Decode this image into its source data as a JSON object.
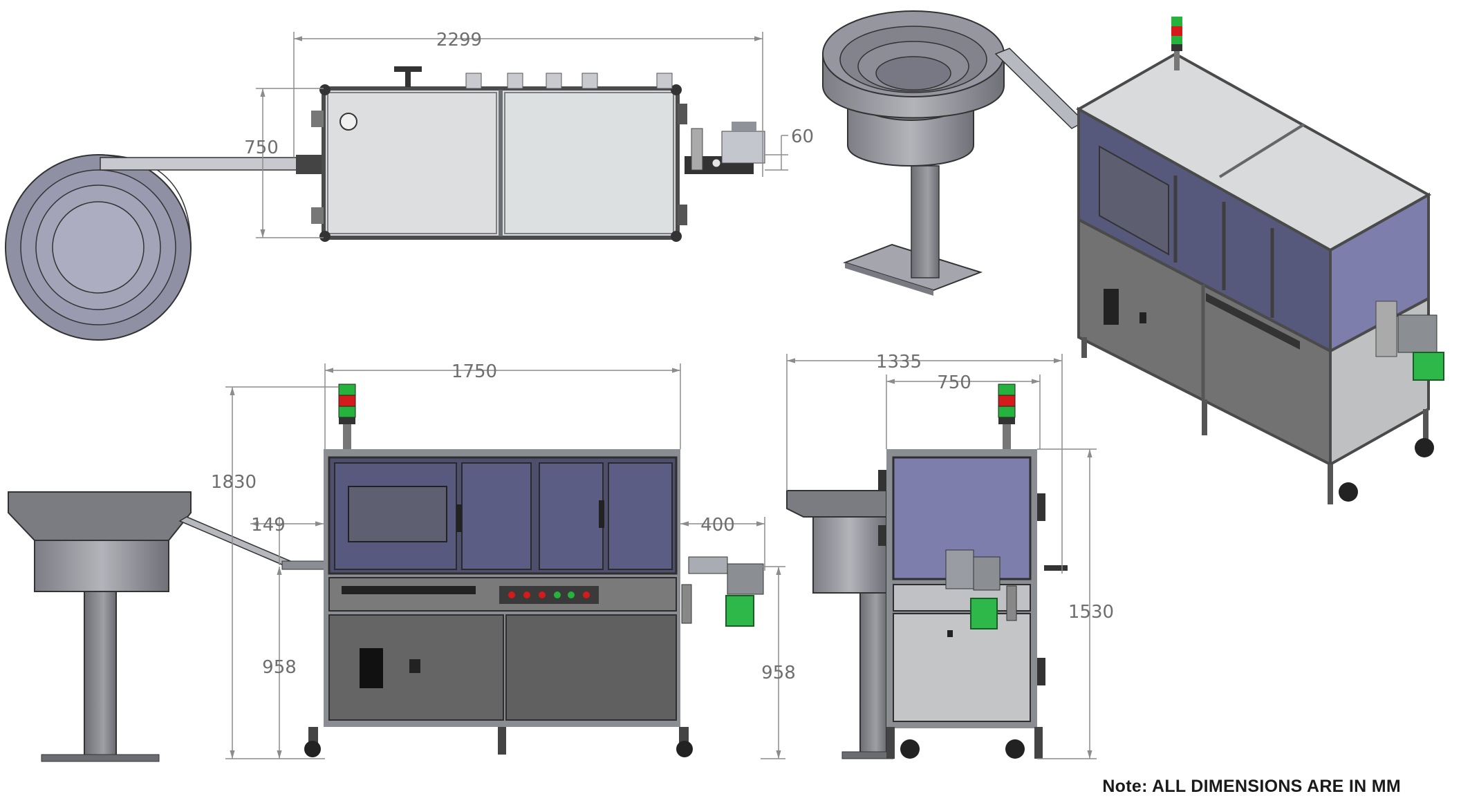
{
  "dimensions": {
    "top_length": "2299",
    "top_width": "750",
    "top_offset": "60",
    "front_width": "1750",
    "front_height": "1830",
    "front_feed_offset": "149",
    "front_side_ext": "400",
    "front_feed_height": "958",
    "front_motor_height": "958",
    "side_total_depth": "1335",
    "side_cabinet_depth": "750",
    "side_height": "1530"
  },
  "note": "Note: ALL DIMENSIONS ARE IN MM",
  "colors": {
    "frame": "#8a8d92",
    "panel_light": "#dcdedf",
    "door_blue": "#57597e",
    "side_panel_purple": "#7e7ead",
    "lower_gray": "#6b6b6b",
    "bowl_gray": "#8f9096",
    "motor_green": "#2fb84a",
    "lamp_red": "#d41a1a",
    "lamp_green": "#26b33d",
    "dim_line": "#8c8c8c"
  }
}
